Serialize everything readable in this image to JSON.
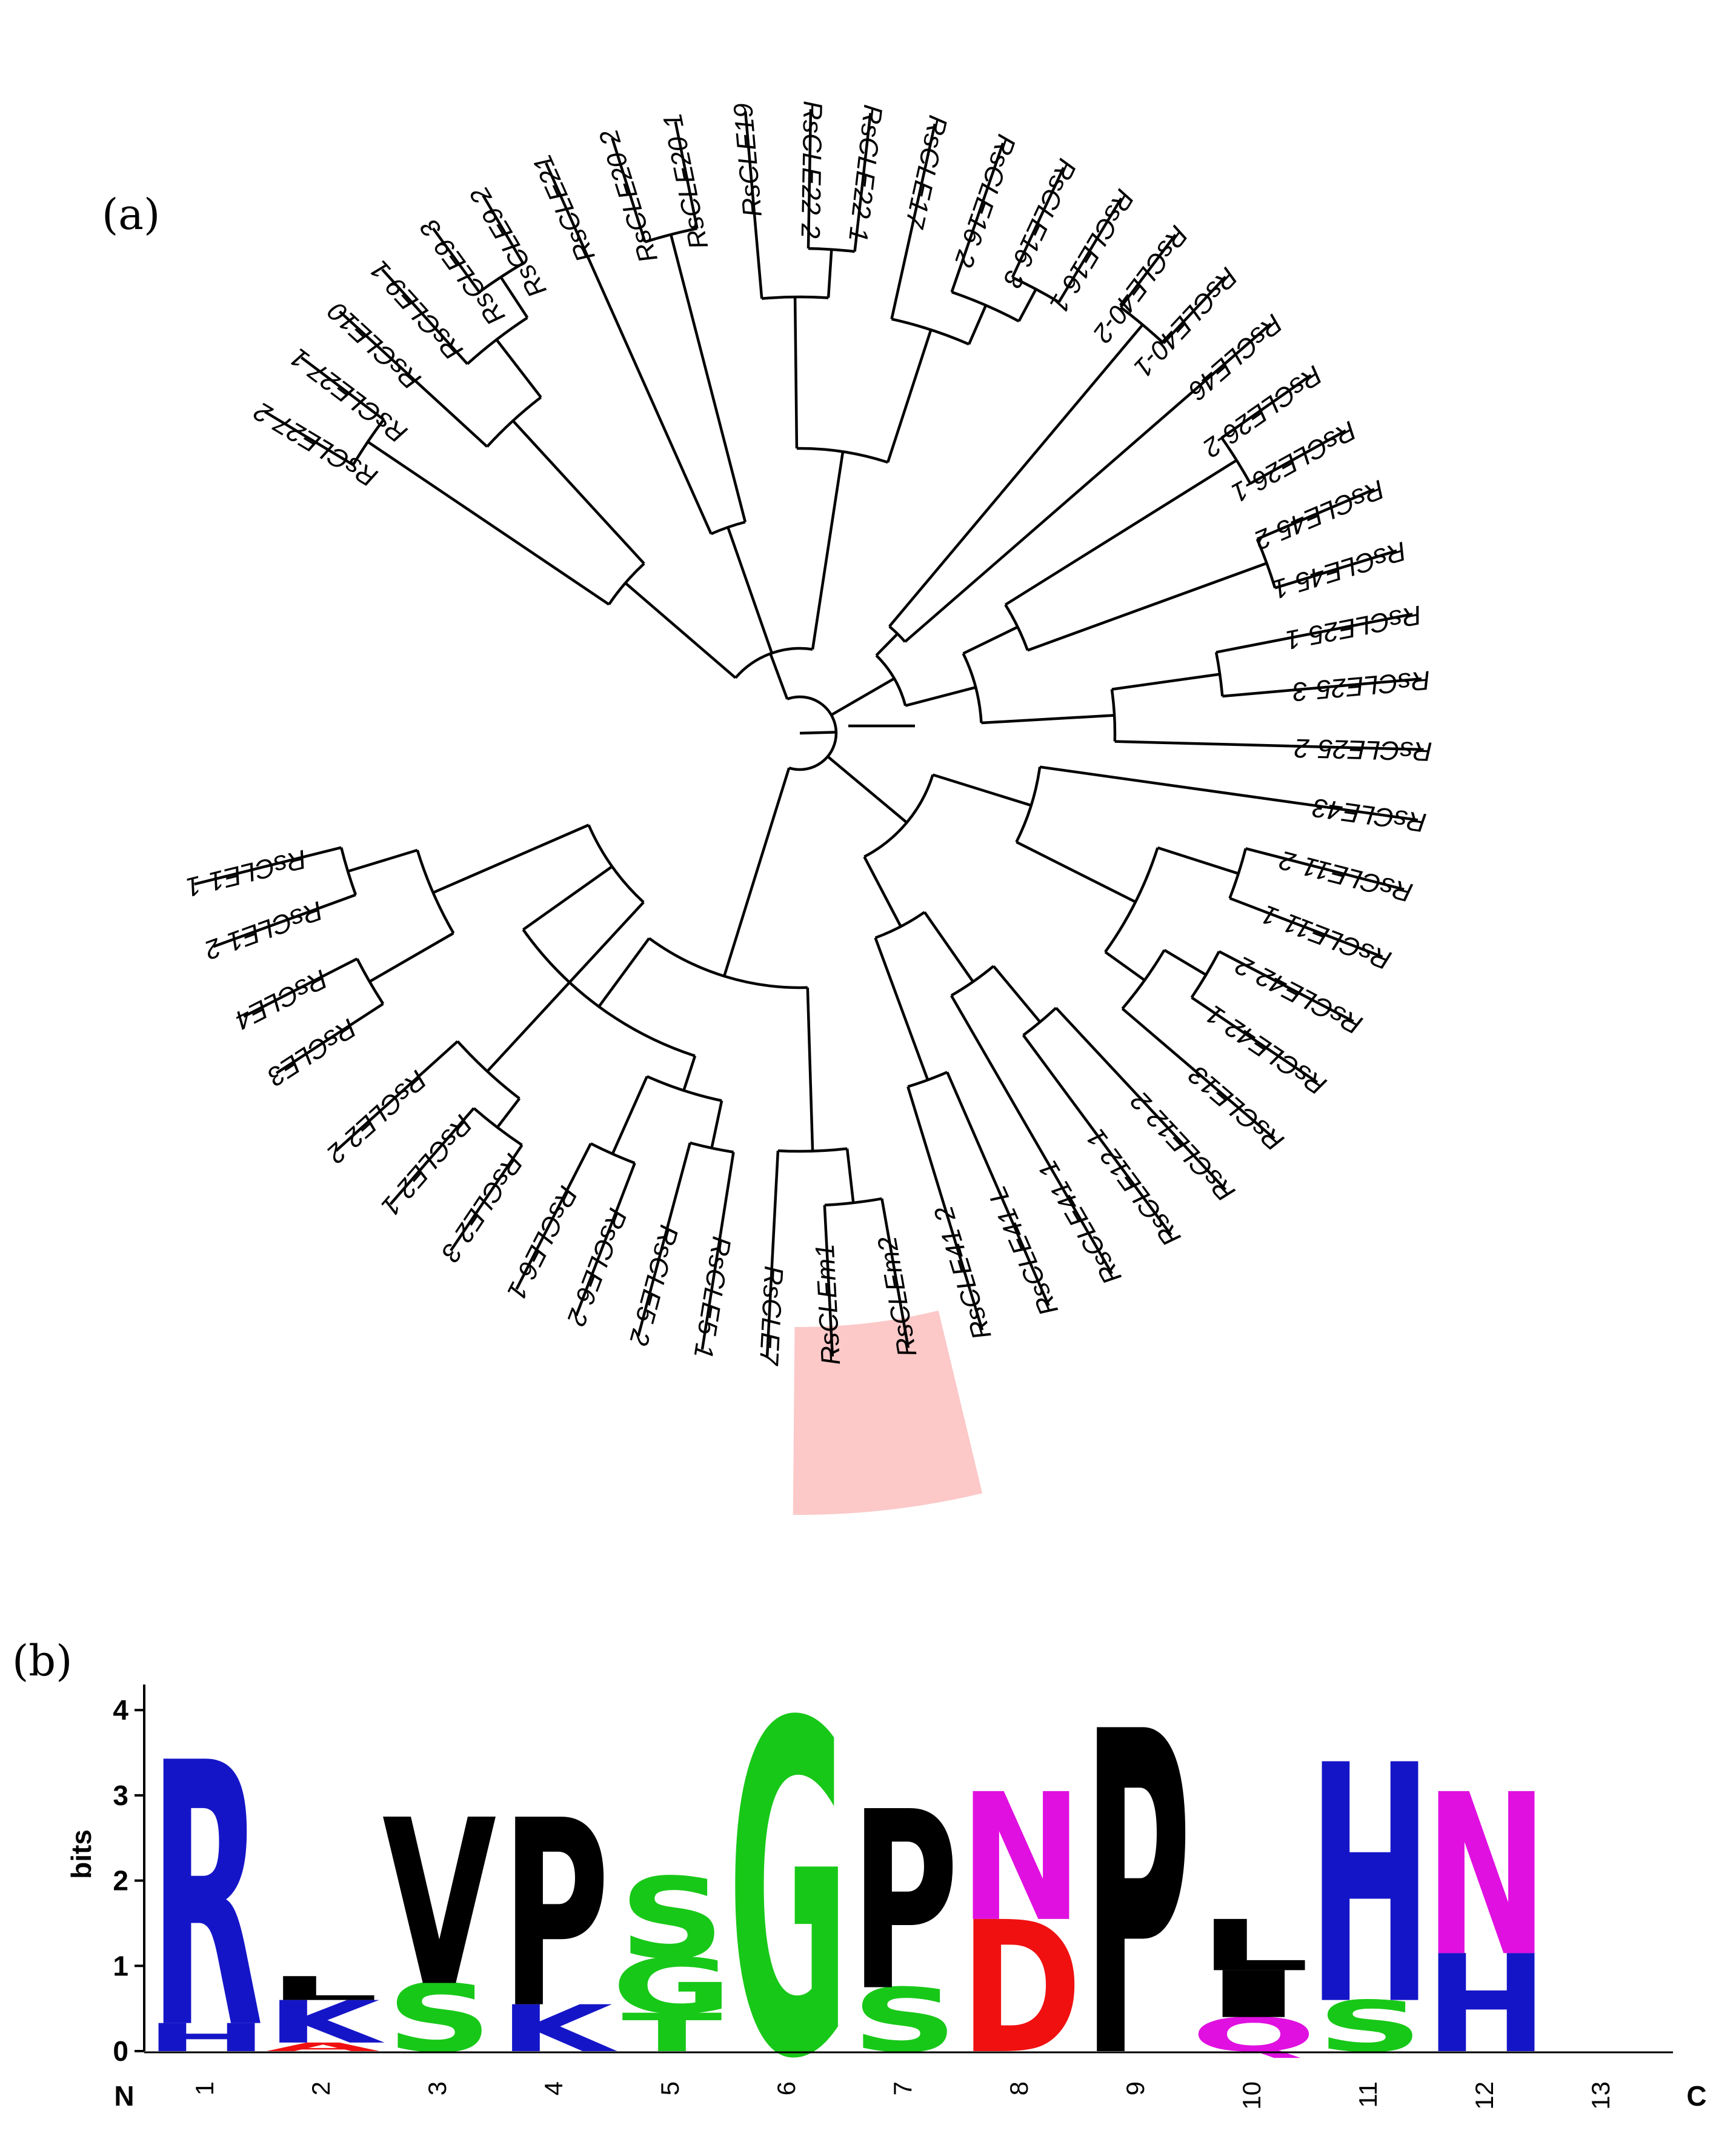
{
  "panel_a": {
    "label": "(a)",
    "leaves": [
      {
        "name": "RsCLE27-2",
        "angle": 121
      },
      {
        "name": "RsCLE27-1",
        "angle": 127
      },
      {
        "name": "RsCLE10",
        "angle": 132.5
      },
      {
        "name": "RsCLE9-1",
        "angle": 138
      },
      {
        "name": "RsCLE9-3",
        "angle": 144
      },
      {
        "name": "RsCLE9-2",
        "angle": 149.5
      },
      {
        "name": "RsCLE21",
        "angle": 156
      },
      {
        "name": "RsCLE20-2",
        "angle": 162.5
      },
      {
        "name": "RsCLE20-1",
        "angle": 168.5
      },
      {
        "name": "RsCLE19",
        "angle": 175
      },
      {
        "name": "RsCLE22-2",
        "angle": 181
      },
      {
        "name": "RsCLE22-1",
        "angle": 186.5
      },
      {
        "name": "RsCLE17",
        "angle": 192.5
      },
      {
        "name": "RsCLE16-2",
        "angle": 199
      },
      {
        "name": "RsCLE16-3",
        "angle": 205
      },
      {
        "name": "RsCLE16-1",
        "angle": 211
      },
      {
        "name": "RsCLE40-2",
        "angle": 217
      },
      {
        "name": "RsCLE40-1",
        "angle": 223
      },
      {
        "name": "RsCLE46",
        "angle": 229
      },
      {
        "name": "RsCLE26-2",
        "angle": 235
      },
      {
        "name": "RsCLE26-1",
        "angle": 241
      },
      {
        "name": "RsCLE45-2",
        "angle": 247
      },
      {
        "name": "RsCLE45-1",
        "angle": 253
      },
      {
        "name": "RsCLE25-1",
        "angle": 259
      },
      {
        "name": "RsCLE25-3",
        "angle": 265
      },
      {
        "name": "RsCLE25-2",
        "angle": 271.5
      },
      {
        "name": "RsCLE43",
        "angle": 278
      },
      {
        "name": "RsCLE11-2",
        "angle": 284.5
      },
      {
        "name": "RsCLE11-1",
        "angle": 291
      },
      {
        "name": "RsCLE42-2",
        "angle": 297.5
      },
      {
        "name": "RsCLE42-1",
        "angle": 304
      },
      {
        "name": "RsCLE13",
        "angle": 310.5
      },
      {
        "name": "RsCLE12-2",
        "angle": 317
      },
      {
        "name": "RsCLE12-1",
        "angle": 323.5
      },
      {
        "name": "RsCLE41-1",
        "angle": 330
      },
      {
        "name": "RsCLE41-L",
        "angle": 336.5
      },
      {
        "name": "RsCLE41-2",
        "angle": 343
      },
      {
        "name": "RsCLEm2",
        "angle": 350
      },
      {
        "name": "RsCLEm1",
        "angle": 357
      },
      {
        "name": "RsCLE7",
        "angle": 3
      },
      {
        "name": "RsCLE5-1",
        "angle": 9
      },
      {
        "name": "RsCLE5-2",
        "angle": 15
      },
      {
        "name": "RsCLE6-2",
        "angle": 21
      },
      {
        "name": "RsCLE6-1",
        "angle": 27
      },
      {
        "name": "RsCLE2-3",
        "angle": 34
      },
      {
        "name": "RsCLE2-1",
        "angle": 41
      },
      {
        "name": "RsCLE2-2",
        "angle": 48
      },
      {
        "name": "RsCLE3",
        "angle": 57
      },
      {
        "name": "RsCLE4",
        "angle": 63
      },
      {
        "name": "RsCLE1-2",
        "angle": 70
      },
      {
        "name": "RsCLE1-1",
        "angle": 76
      }
    ],
    "highlight_color": "#fcc8c8"
  },
  "panel_b": {
    "label": "(b)",
    "y_axis_label": "bits",
    "y_ticks": [
      "0",
      "1",
      "2",
      "3",
      "4"
    ],
    "n_label": "N",
    "c_label": "C",
    "positions": [
      "1",
      "2",
      "3",
      "4",
      "5",
      "6",
      "7",
      "8",
      "9",
      "10",
      "11",
      "12",
      "13"
    ],
    "colors": {
      "blue": "#1515c8",
      "black": "#000000",
      "green": "#18c818",
      "magenta": "#e010e0",
      "red": "#f01010"
    }
  },
  "chart_data": {
    "type": "sequence-logo",
    "ylabel": "bits",
    "ylim": [
      0,
      4.3
    ],
    "columns": [
      {
        "position": 1,
        "letters": [
          {
            "letter": "H",
            "bits": 0.33,
            "color": "blue"
          },
          {
            "letter": "R",
            "bits": 3.1,
            "color": "blue"
          }
        ]
      },
      {
        "position": 2,
        "letters": [
          {
            "letter": "A",
            "bits": 0.1,
            "color": "red"
          },
          {
            "letter": "K",
            "bits": 0.5,
            "color": "blue"
          },
          {
            "letter": "L",
            "bits": 0.28,
            "color": "black"
          }
        ]
      },
      {
        "position": 3,
        "letters": [
          {
            "letter": "S",
            "bits": 0.8,
            "color": "green"
          },
          {
            "letter": "V",
            "bits": 1.95,
            "color": "black"
          }
        ]
      },
      {
        "position": 4,
        "letters": [
          {
            "letter": "K",
            "bits": 0.55,
            "color": "blue"
          },
          {
            "letter": "P",
            "bits": 2.2,
            "color": "black"
          }
        ]
      },
      {
        "position": 5,
        "letters": [
          {
            "letter": "T",
            "bits": 0.45,
            "color": "green"
          },
          {
            "letter": "G",
            "bits": 0.65,
            "color": "green"
          },
          {
            "letter": "S",
            "bits": 0.95,
            "color": "green"
          }
        ]
      },
      {
        "position": 6,
        "letters": [
          {
            "letter": "G",
            "bits": 3.9,
            "color": "green"
          }
        ]
      },
      {
        "position": 7,
        "letters": [
          {
            "letter": "S",
            "bits": 0.75,
            "color": "green"
          },
          {
            "letter": "P",
            "bits": 2.1,
            "color": "black"
          }
        ]
      },
      {
        "position": 8,
        "letters": [
          {
            "letter": "D",
            "bits": 1.55,
            "color": "red"
          },
          {
            "letter": "N",
            "bits": 1.5,
            "color": "magenta"
          }
        ]
      },
      {
        "position": 9,
        "letters": [
          {
            "letter": "P",
            "bits": 3.8,
            "color": "black"
          }
        ]
      },
      {
        "position": 10,
        "letters": [
          {
            "letter": "Q",
            "bits": 0.4,
            "color": "magenta"
          },
          {
            "letter": "I",
            "bits": 0.55,
            "color": "black"
          },
          {
            "letter": "L",
            "bits": 0.6,
            "color": "black"
          }
        ]
      },
      {
        "position": 11,
        "letters": [
          {
            "letter": "S",
            "bits": 0.6,
            "color": "green"
          },
          {
            "letter": "H",
            "bits": 2.8,
            "color": "blue"
          }
        ]
      },
      {
        "position": 12,
        "letters": [
          {
            "letter": "H",
            "bits": 1.15,
            "color": "blue"
          },
          {
            "letter": "N",
            "bits": 1.9,
            "color": "magenta"
          }
        ]
      },
      {
        "position": 13,
        "letters": []
      }
    ]
  }
}
